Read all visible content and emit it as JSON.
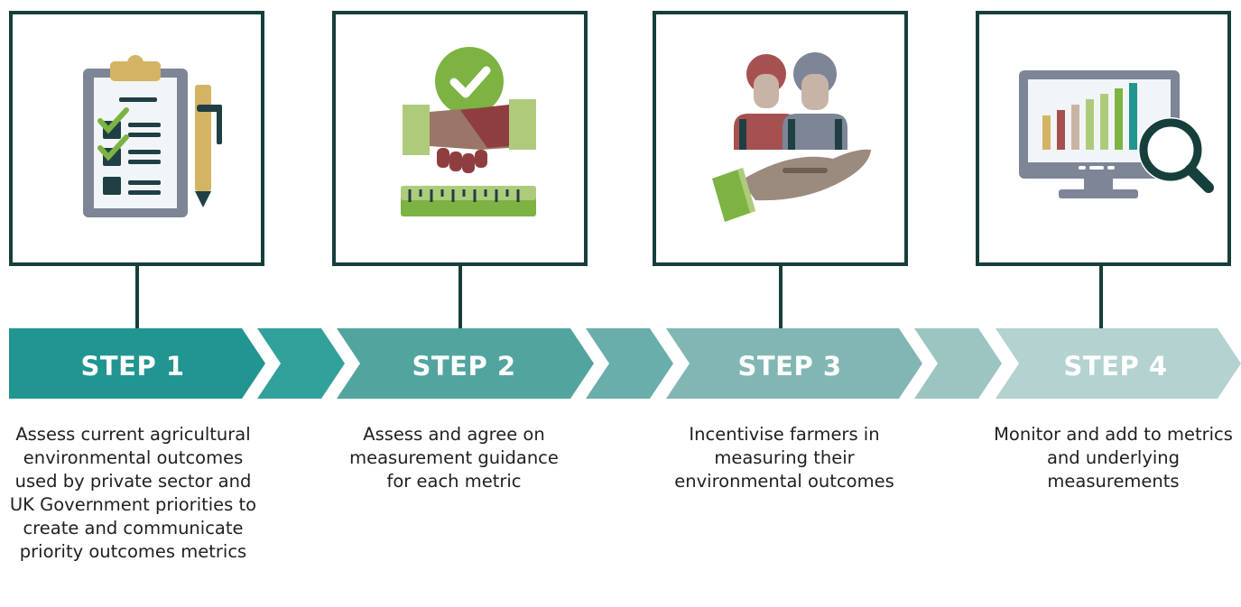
{
  "steps": [
    {
      "label": "STEP 1",
      "description": "Assess current agricultural environmental outcomes used by private sector and UK Government priorities to create and communicate priority outcomes metrics",
      "icon": "clipboard-checklist-icon",
      "color": "#219590"
    },
    {
      "label": "STEP 2",
      "description": "Assess and agree on measurement guidance for each metric",
      "icon": "handshake-ruler-icon",
      "color": "#52a49f"
    },
    {
      "label": "STEP 3",
      "description": "Incentivise farmers in measuring their environmental outcomes",
      "icon": "farmers-in-hand-icon",
      "color": "#82b6b3"
    },
    {
      "label": "STEP 4",
      "description": "Monitor and add to metrics and underlying measurements",
      "icon": "monitor-chart-magnifier-icon",
      "color": "#b3d2d0"
    }
  ],
  "colors": {
    "frame": "#163f3b",
    "connector1": "#33a19b",
    "connector2": "#69aeaa",
    "connector3": "#9cc5c2"
  }
}
